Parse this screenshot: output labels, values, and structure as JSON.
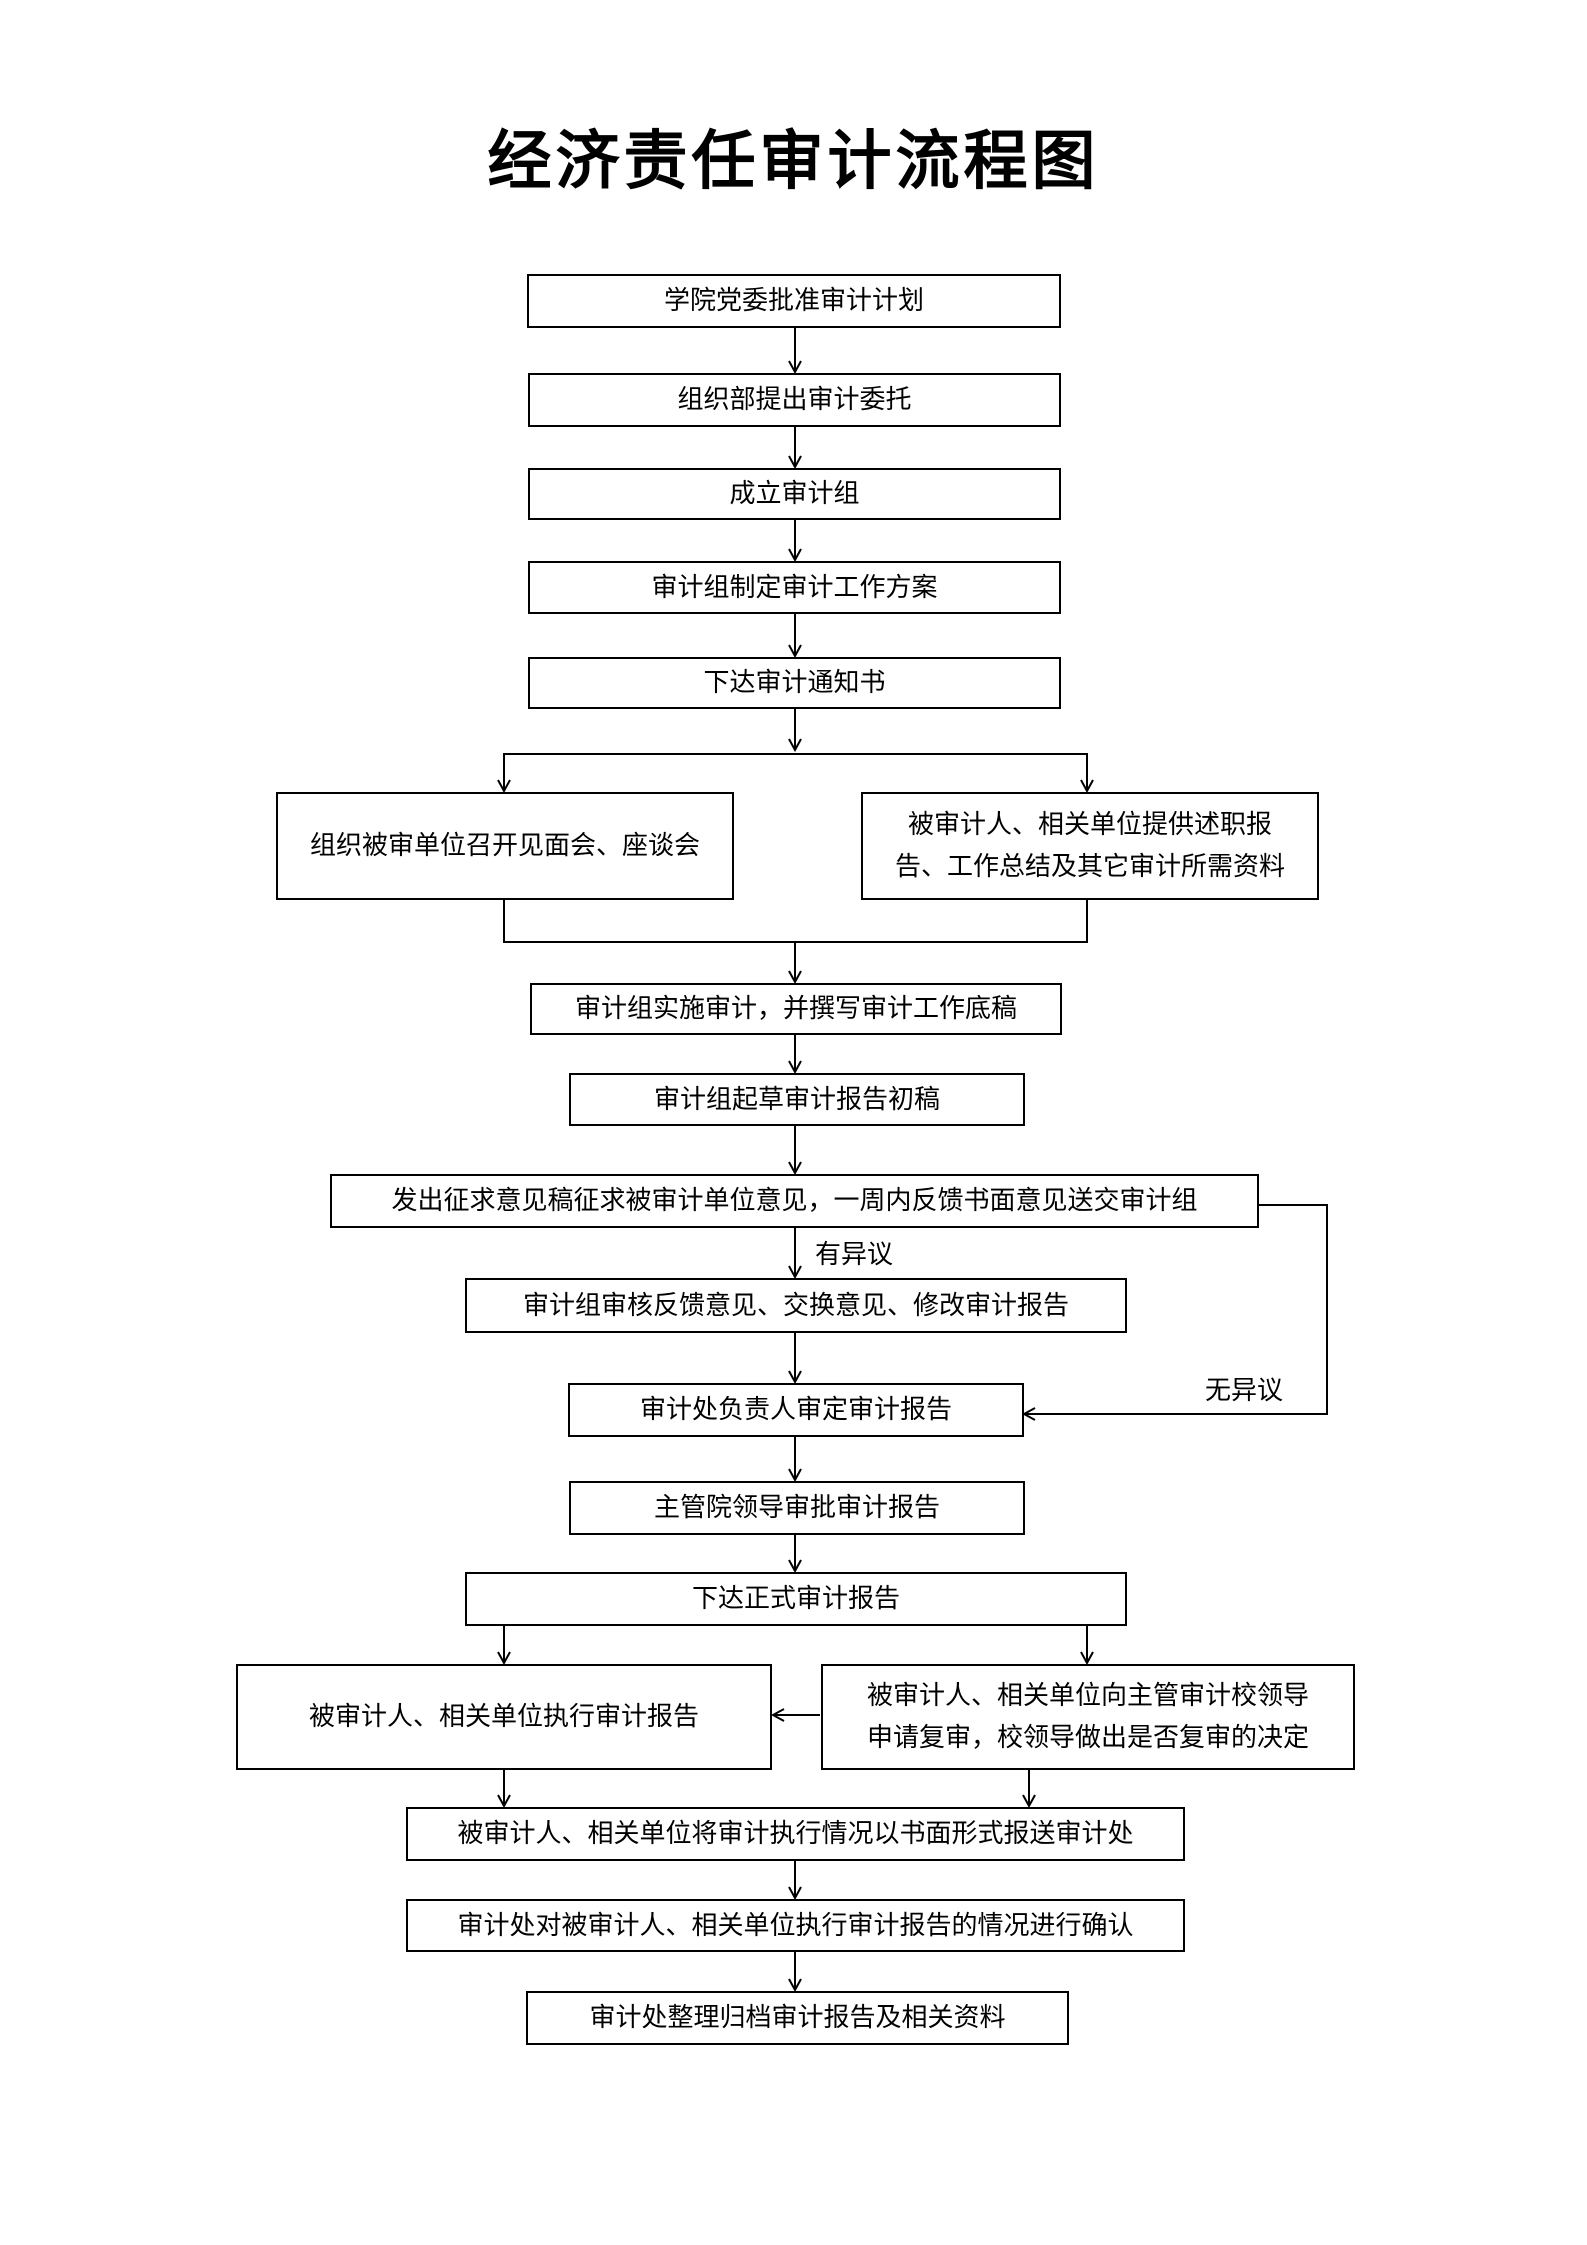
{
  "title": "经济责任审计流程图",
  "steps": {
    "s1": "学院党委批准审计计划",
    "s2": "组织部提出审计委托",
    "s3": "成立审计组",
    "s4": "审计组制定审计工作方案",
    "s5": "下达审计通知书",
    "s6a": "组织被审单位召开见面会、座谈会",
    "s6b_line1": "被审计人、相关单位提供述职报",
    "s6b_line2": "告、工作总结及其它审计所需资料",
    "s7": "审计组实施审计，并撰写审计工作底稿",
    "s8": "审计组起草审计报告初稿",
    "s9": "发出征求意见稿征求被审计单位意见，一周内反馈书面意见送交审计组",
    "s10": "审计组审核反馈意见、交换意见、修改审计报告",
    "s11": "审计处负责人审定审计报告",
    "s12": "主管院领导审批审计报告",
    "s13": "下达正式审计报告",
    "s14a": "被审计人、相关单位执行审计报告",
    "s14b_line1": "被审计人、相关单位向主管审计校领导",
    "s14b_line2": "申请复审，校领导做出是否复审的决定",
    "s15": "被审计人、相关单位将审计执行情况以书面形式报送审计处",
    "s16": "审计处对被审计人、相关单位执行审计报告的情况进行确认",
    "s17": "审计处整理归档审计报告及相关资料"
  },
  "labels": {
    "has_objection": "有异议",
    "no_objection": "无异议"
  }
}
